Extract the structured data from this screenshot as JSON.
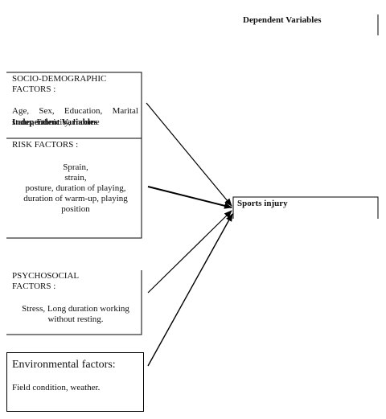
{
  "dependent_header": "Dependent Variables",
  "independent_header": "Independent Variables",
  "outcome": {
    "label": "Sports injury"
  },
  "boxes": {
    "socio": {
      "title_line1": "SOCIO-DEMOGRAPHIC",
      "title_line2": "FACTORS :",
      "items_line1": [
        "Age,",
        "Sex,",
        "Education,",
        "Marital"
      ],
      "items_line2": "status, Ethnicity, Income"
    },
    "risk": {
      "title": "RISK  FACTORS :",
      "items": [
        "Sprain,",
        "strain,",
        "posture, duration of playing,",
        "duration of warm-up, playing",
        "position"
      ]
    },
    "psycho": {
      "title_line1": "PSYCHOSOCIAL",
      "title_line2": " FACTORS :",
      "items_line1": "Stress, Long duration working",
      "items_line2": "without resting."
    },
    "env": {
      "title": "Environmental factors:",
      "items": "Field condition, weather."
    }
  },
  "colors": {
    "line": "#000000",
    "text": "#111111",
    "background": "#ffffff"
  }
}
